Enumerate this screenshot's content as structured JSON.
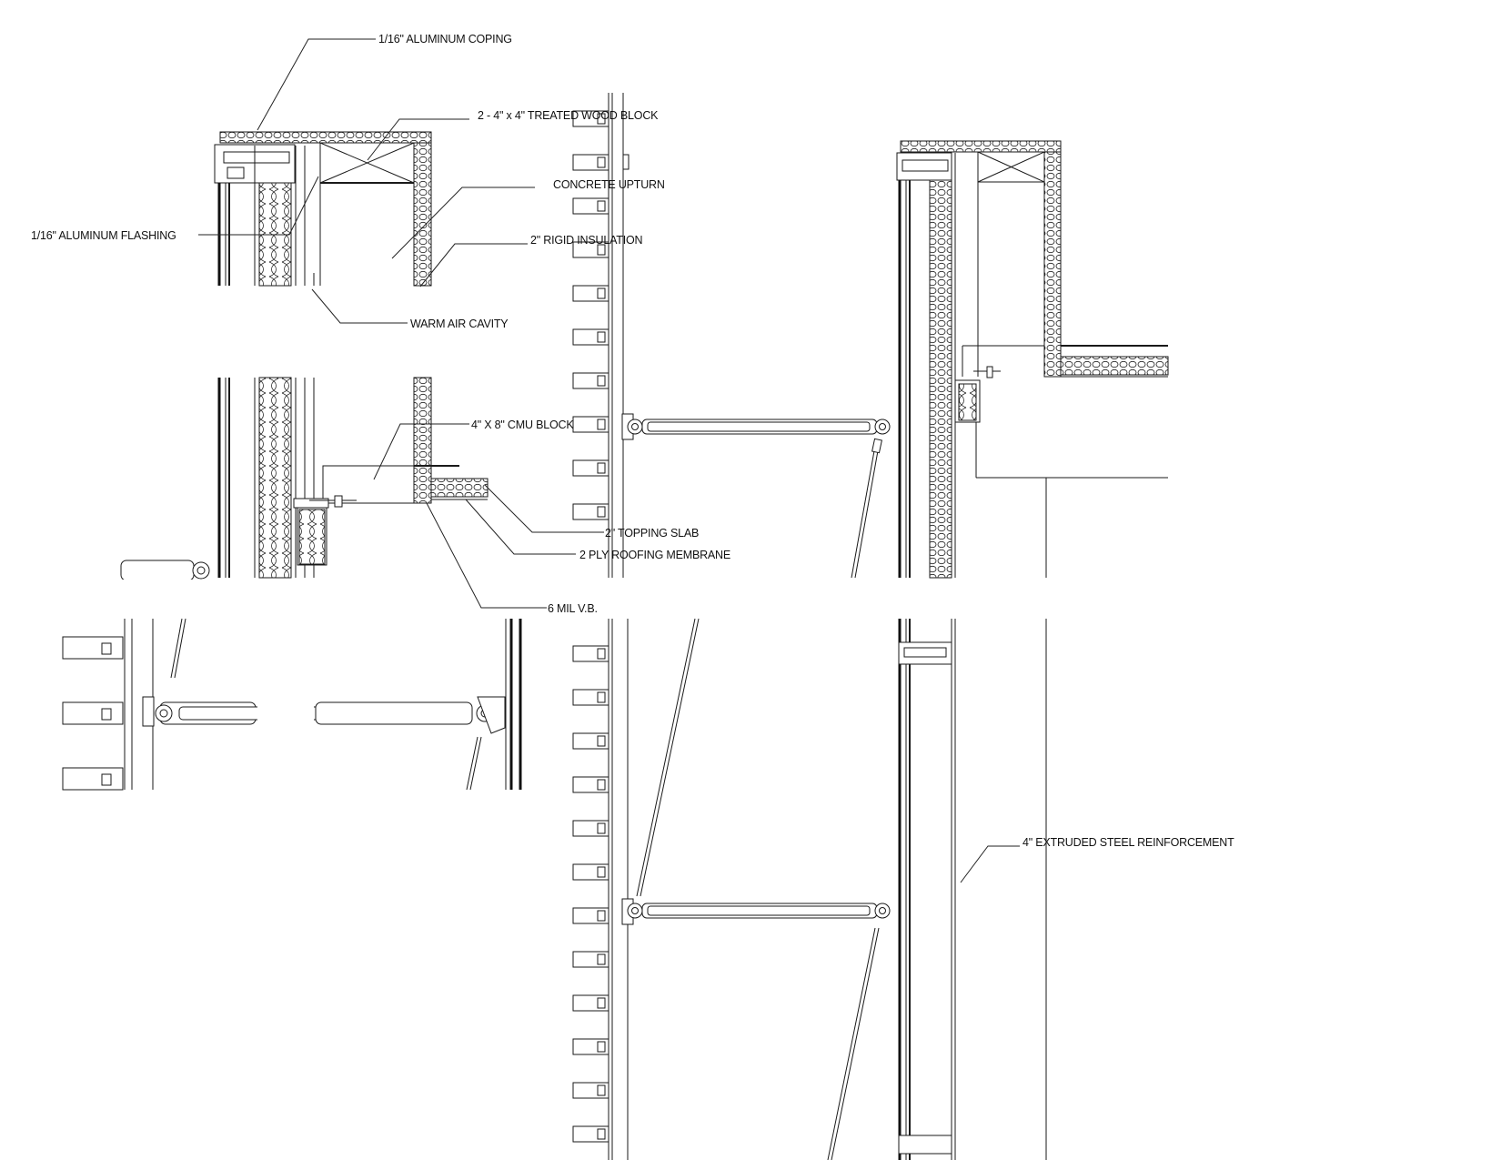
{
  "labels": {
    "coping": "1/16\" ALUMINUM COPING",
    "wood_block": "2 - 4\" x 4\" TREATED WOOD BLOCK",
    "concrete_upturn": "CONCRETE UPTURN",
    "flashing": "1/16\" ALUMINUM FLASHING",
    "rigid_insulation": "2\" RIGID INSULATION",
    "warm_air_cavity": "WARM AIR CAVITY",
    "cmu_block": "4\" X 8\" CMU BLOCK",
    "topping_slab": "2\" TOPPING SLAB",
    "roofing_membrane": "2 PLY ROOFING MEMBRANE",
    "vapor_barrier": "6 MIL V.B.",
    "steel_reinforcement": "4\" EXTRUDED STEEL REINFORCEMENT"
  },
  "colors": {
    "line": "#1a1a1a",
    "background": "#ffffff"
  },
  "icons": {
    "louver_blade": "louver-blade-icon",
    "pivot": "pivot-icon"
  }
}
